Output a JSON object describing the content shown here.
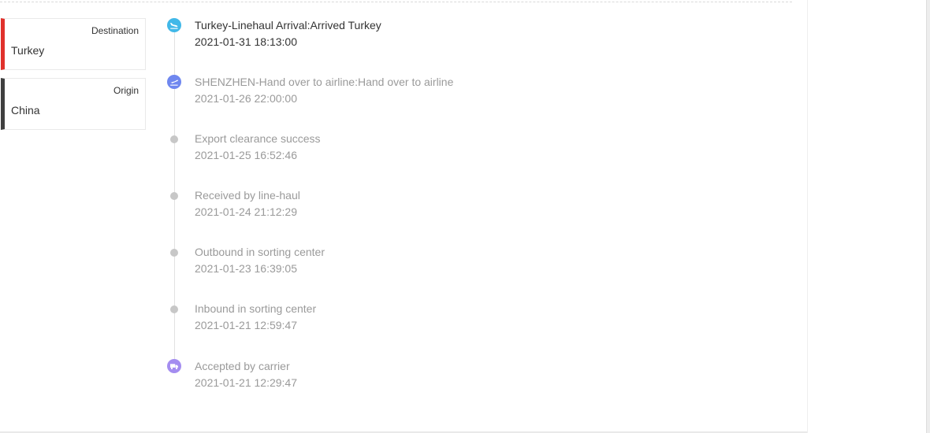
{
  "locations": {
    "destination": {
      "label": "Destination",
      "place": "Turkey",
      "accent": "#e0312b"
    },
    "origin": {
      "label": "Origin",
      "place": "China",
      "accent": "#3f3f3f"
    }
  },
  "timeline": [
    {
      "status": "Turkey-Linehaul Arrival:Arrived Turkey",
      "time": "2021-01-31 18:13:00",
      "icon": "plane-landing-icon",
      "color": "#41b8e8",
      "current": true
    },
    {
      "status": "SHENZHEN-Hand over to airline:Hand over to airline",
      "time": "2021-01-26 22:00:00",
      "icon": "plane-takeoff-icon",
      "color": "#6f87ef"
    },
    {
      "status": "Export clearance success",
      "time": "2021-01-25 16:52:46",
      "icon": "dot-icon"
    },
    {
      "status": "Received by line-haul",
      "time": "2021-01-24 21:12:29",
      "icon": "dot-icon"
    },
    {
      "status": "Outbound in sorting center",
      "time": "2021-01-23 16:39:05",
      "icon": "dot-icon"
    },
    {
      "status": "Inbound in sorting center",
      "time": "2021-01-21 12:59:47",
      "icon": "dot-icon"
    },
    {
      "status": "Accepted by carrier",
      "time": "2021-01-21 12:29:47",
      "icon": "truck-icon",
      "color": "#a48df0"
    }
  ]
}
